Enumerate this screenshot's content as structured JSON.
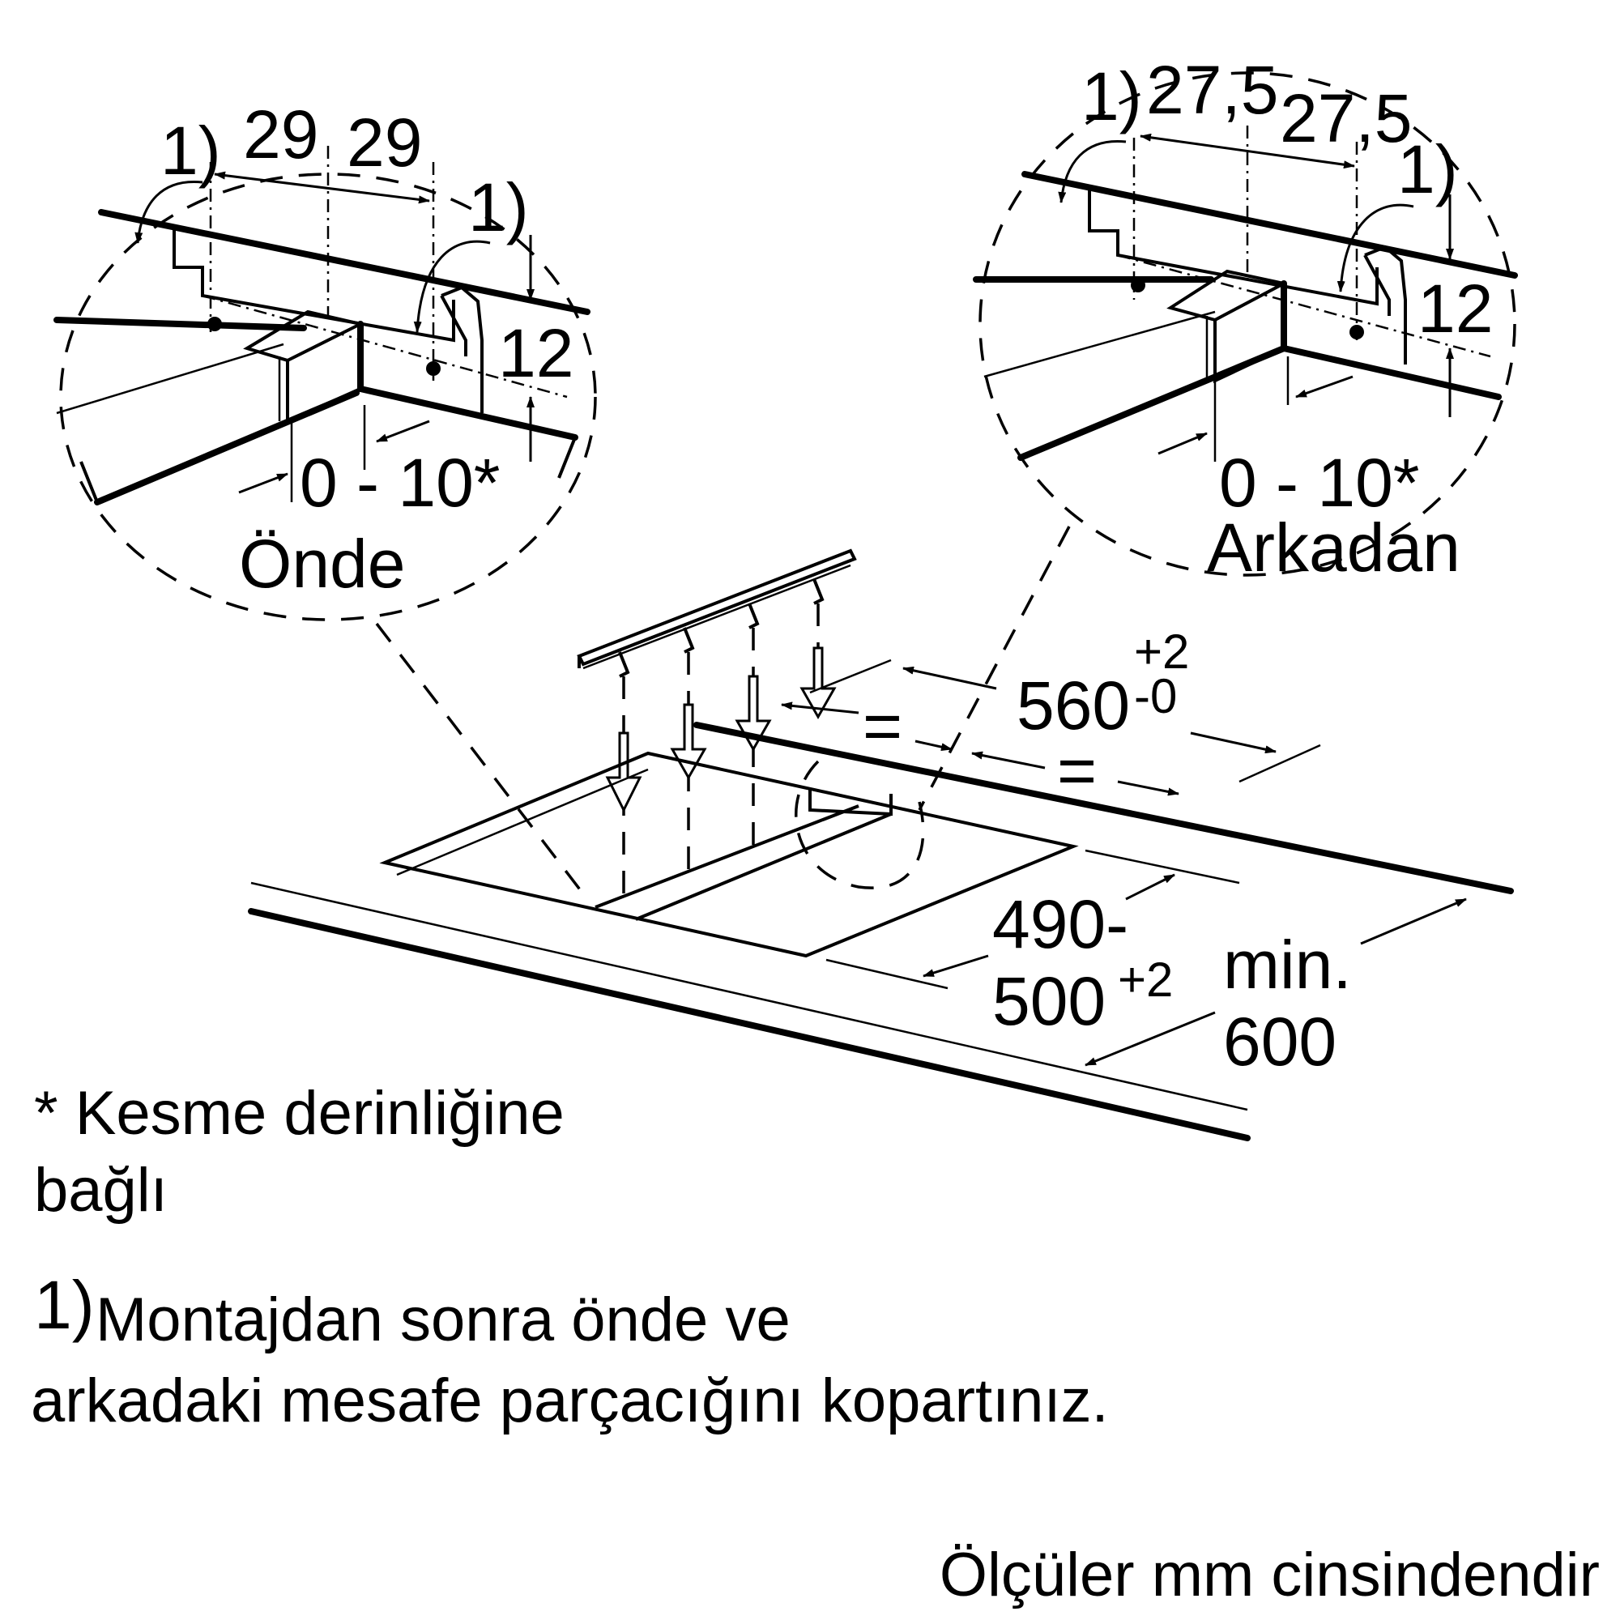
{
  "left_detail": {
    "note_ref_a": "1)",
    "dim_a": "29",
    "dim_b": "29",
    "note_ref_b": "1)",
    "dim_height": "12",
    "gap_range": "0 - 10*",
    "caption": "Önde"
  },
  "right_detail": {
    "note_ref_a": "1)",
    "dim_a": "27,5",
    "dim_b": "27,5",
    "note_ref_b": "1)",
    "dim_height": "12",
    "gap_range": "0 - 10*",
    "caption": "Arkadan"
  },
  "main": {
    "width_base": "560",
    "width_tol_upper": "+2",
    "width_tol_lower": "-0",
    "equal_a": "=",
    "equal_b": "=",
    "depth_line1": "490-",
    "depth_line2_base": "500",
    "depth_line2_tol": "+2",
    "min_label": "min.",
    "min_value": "600"
  },
  "footnotes": {
    "asterisk_line1": "* Kesme derinliğine",
    "asterisk_line2": "bağlı",
    "ref_marker": "1)",
    "ref_line1": "Montajdan sonra önde ve",
    "ref_line2": "arkadaki mesafe parçacığını kopartınız."
  },
  "units_note": "Ölçüler mm cinsindendir"
}
